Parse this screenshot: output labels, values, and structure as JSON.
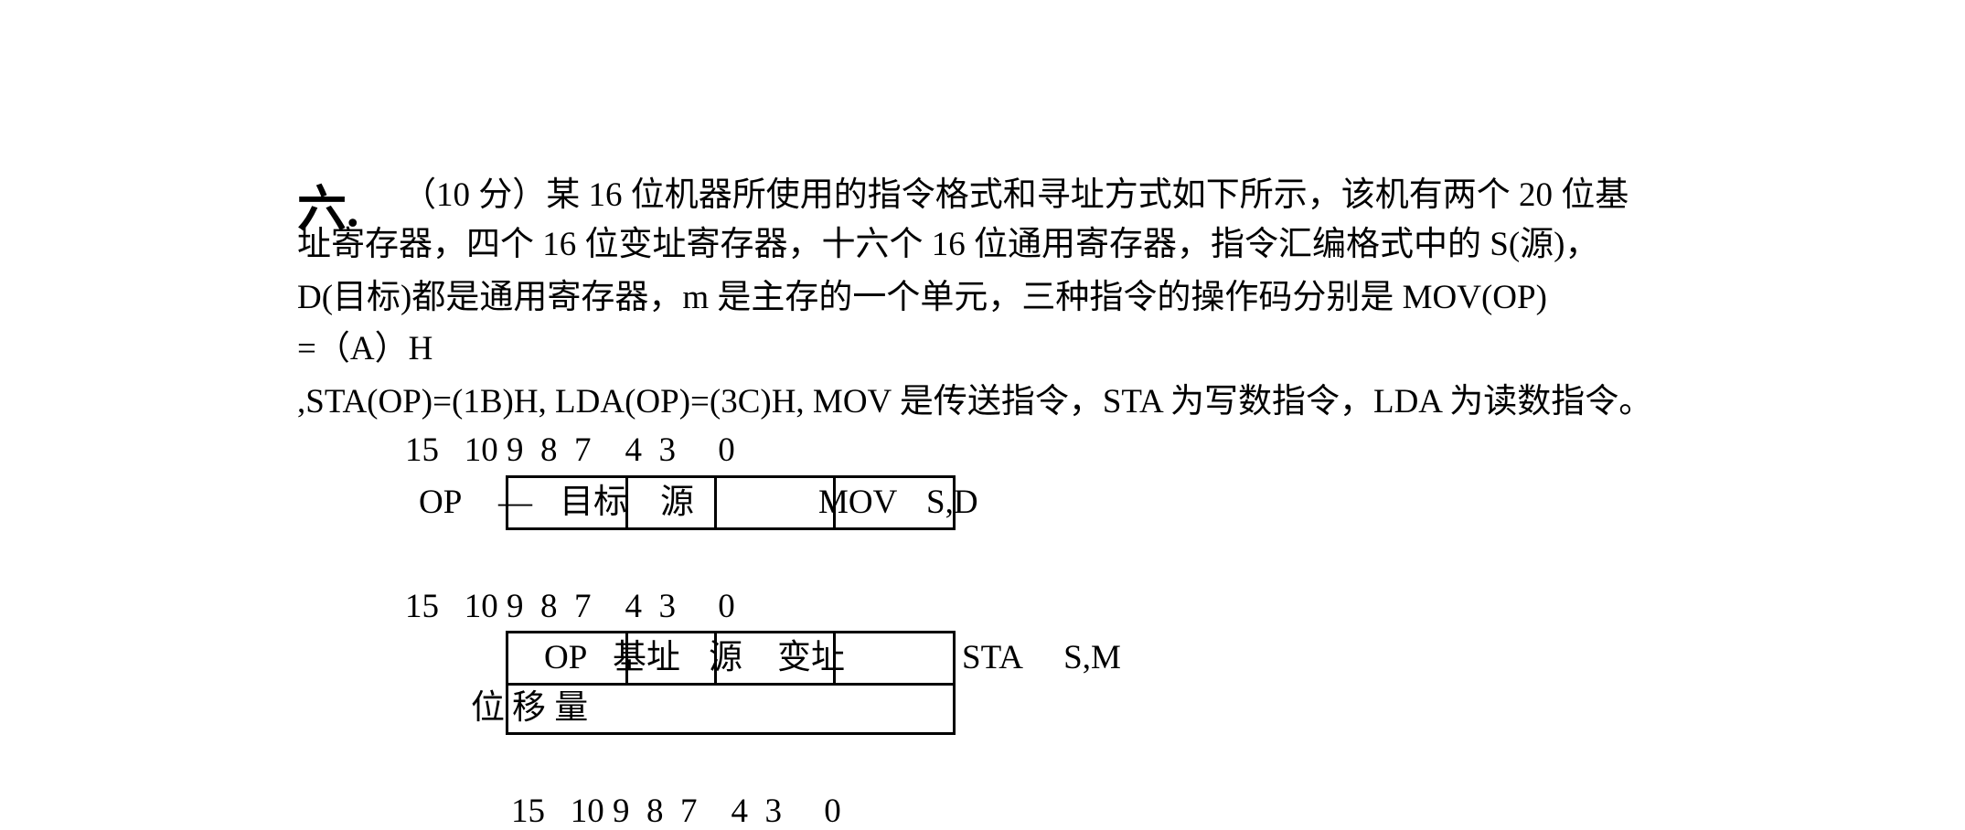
{
  "question": {
    "number": "六.",
    "lines": [
      "（10 分）某 16 位机器所使用的指令格式和寻址方式如下所示，该机有两个 20 位基",
      "址寄存器，四个 16 位变址寄存器，十六个 16 位通用寄存器，指令汇编格式中的 S(源)，",
      "D(目标)都是通用寄存器，m 是主存的一个单元，三种指令的操作码分别是 MOV(OP)",
      "=（A）H",
      ",STA(OP)=(1B)H, LDA(OP)=(3C)H, MOV 是传送指令，STA 为写数指令，LDA 为读数指令。"
    ]
  },
  "format1": {
    "bits": "15   10 9  8  7    4  3     0",
    "op": "OP",
    "dash": "—",
    "field_target": "目标",
    "field_source": "源",
    "field_mov": "MOV",
    "field_sd": "S,D"
  },
  "format2": {
    "bits": "15   10 9  8  7    4  3     0",
    "op": "OP",
    "field_base": "基址",
    "field_source": "源",
    "field_index": "变址",
    "instr": "STA     S,M",
    "disp_left": "位",
    "disp_label": "移 量"
  },
  "format3": {
    "bits": "15   10 9  8  7    4  3     0"
  }
}
